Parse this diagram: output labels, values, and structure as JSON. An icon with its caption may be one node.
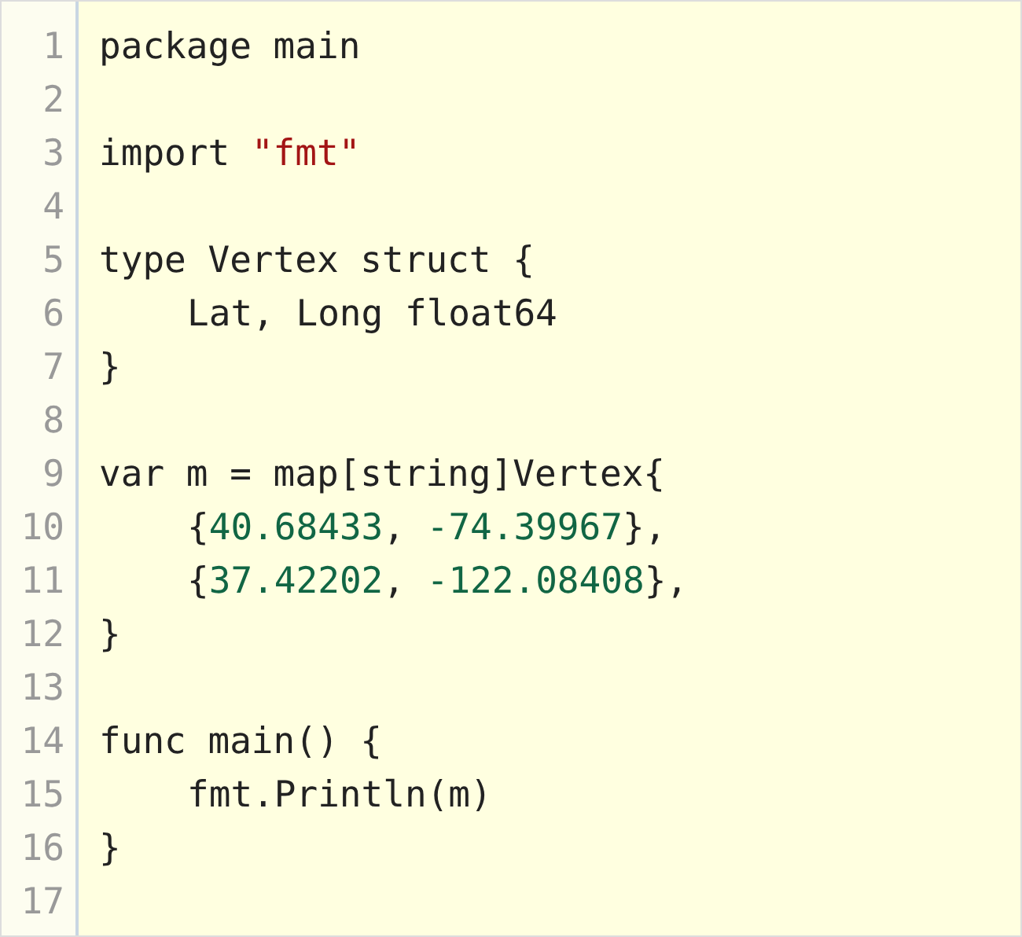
{
  "diagram": {
    "labels": [
      "1",
      "package main",
      "2",
      "3",
      "import \"fmt\"",
      "4",
      "5",
      "type Vertex struct {",
      "6",
      "Lat, Long float64",
      "7",
      "}",
      "8",
      "9",
      "var m = map[string]Vertex{",
      "10",
      "{40.68433, -74.39967},",
      "11",
      "{37.42202, -122.08408},",
      "12",
      "}",
      "13",
      "14",
      "func main() {",
      "15",
      "fmt.Println(m)",
      "16",
      "}",
      "17"
    ]
  }
}
